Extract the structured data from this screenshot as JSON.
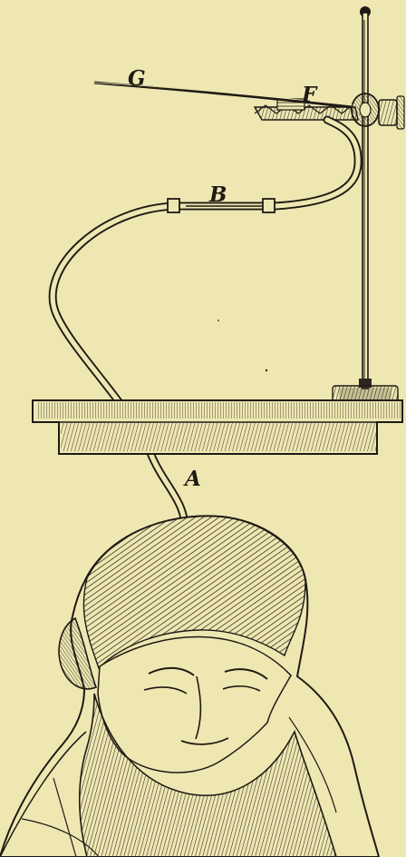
{
  "labels": {
    "g": "G",
    "f": "F",
    "b": "B",
    "a": "A"
  },
  "colors": {
    "background": "#efe7b2",
    "ink": "#1f1a14",
    "shade": "#2d2720"
  },
  "elements": {
    "stand_rod": "stand-rod",
    "clamp": "clamp",
    "tube": "tube",
    "table_slab": "table-slab",
    "electrode_pad": "electrode-pad",
    "portrait": "portrait",
    "pointer": "pointer"
  }
}
